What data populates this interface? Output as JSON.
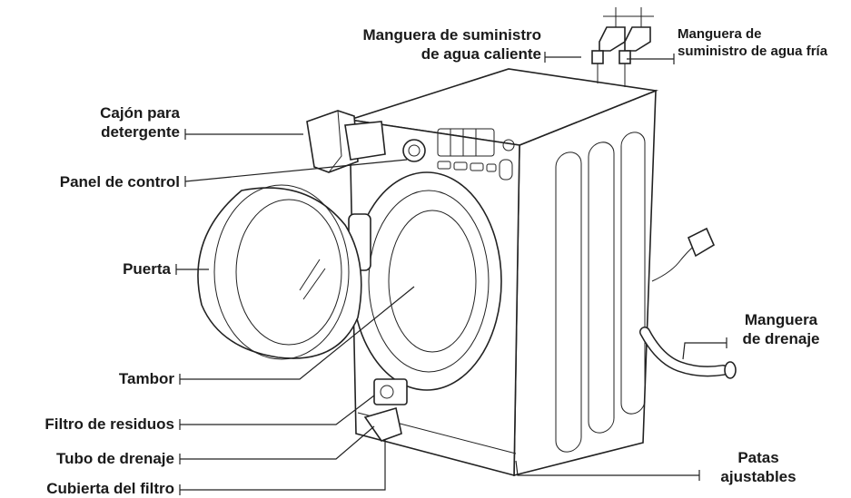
{
  "labels": {
    "hot_hose_1": "Manguera de suministro",
    "hot_hose_2": "de agua caliente",
    "cold_hose_1": "Manguera de",
    "cold_hose_2": "suministro de agua fría",
    "drawer_1": "Cajón para",
    "drawer_2": "detergente",
    "control_panel": "Panel de control",
    "door": "Puerta",
    "drum": "Tambor",
    "debris_filter": "Filtro de residuos",
    "drain_tube": "Tubo de drenaje",
    "filter_cover": "Cubierta del filtro",
    "drain_hose_1": "Manguera",
    "drain_hose_2": "de drenaje",
    "feet_1": "Patas",
    "feet_2": "ajustables"
  }
}
